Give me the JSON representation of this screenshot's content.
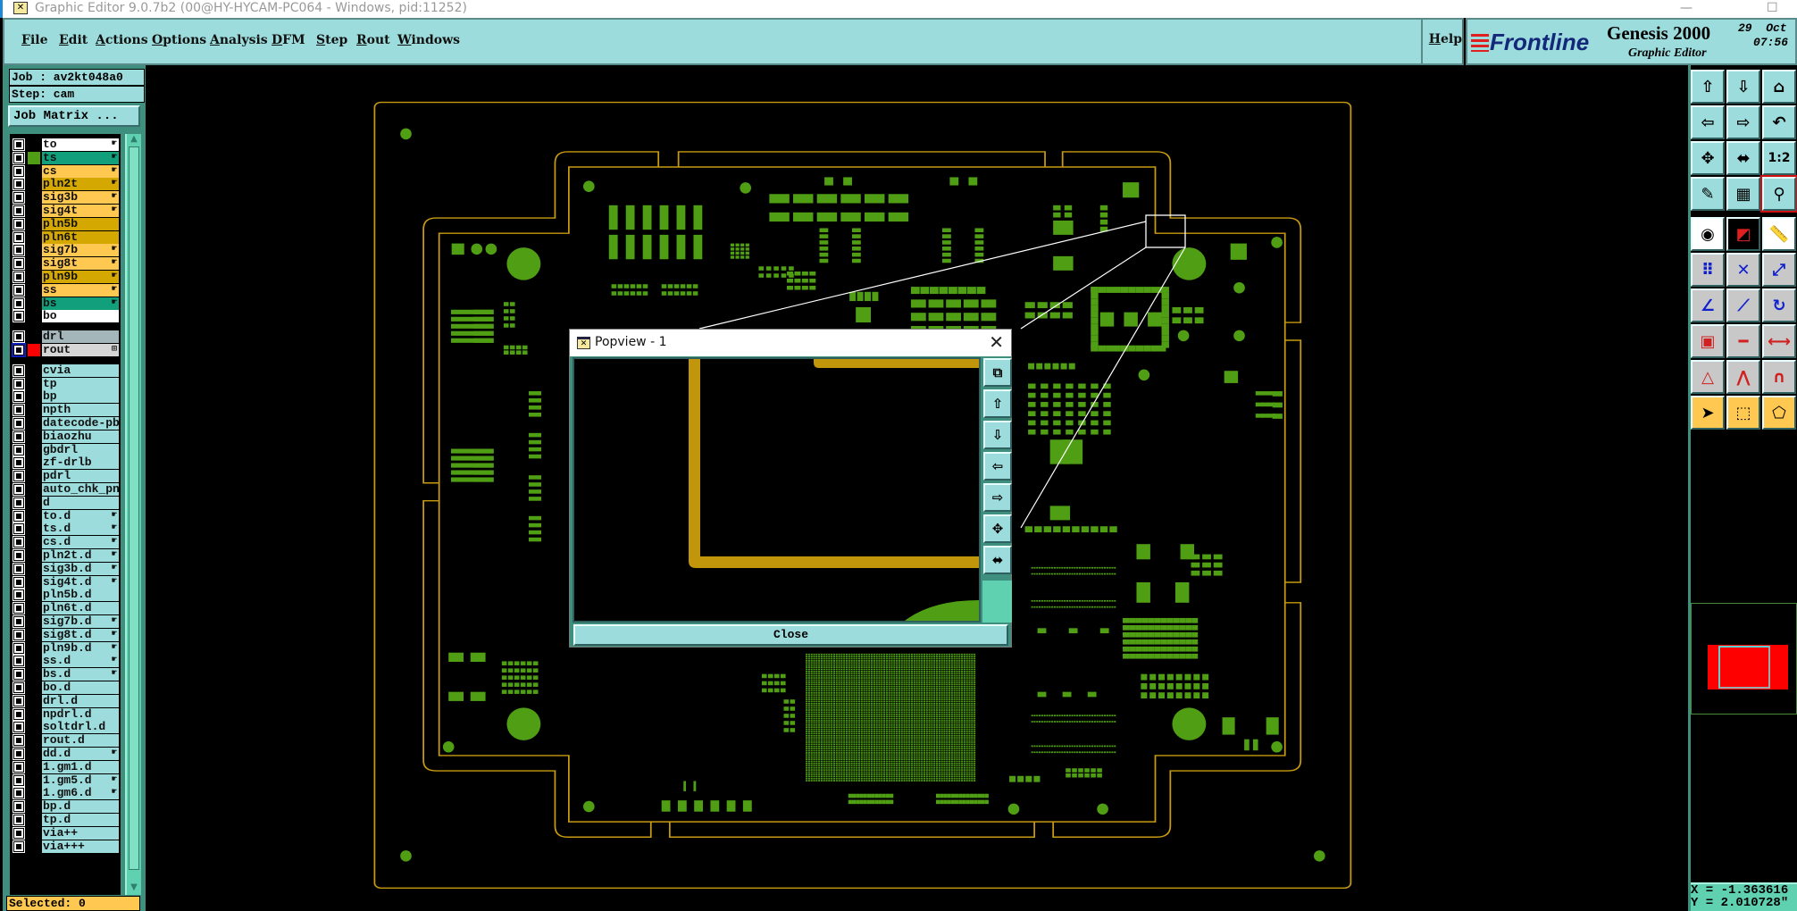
{
  "window": {
    "title": "Graphic Editor 9.0.7b2 (00@HY-HYCAM-PC064 - Windows, pid:11252)",
    "minimize": "—",
    "maximize": "☐"
  },
  "menu": [
    "File",
    "Edit",
    "Actions",
    "Options",
    "Analysis",
    "DFM",
    "Step",
    "Rout",
    "Windows"
  ],
  "help": "Help",
  "brand": {
    "logo": "Frontline",
    "product": "Genesis 2000",
    "subtitle": "Graphic Editor",
    "date": "29  Oct",
    "time": "07:56"
  },
  "job": {
    "job_label": "Job : av2kt048a0",
    "step_label": "Step: cam",
    "matrix_button": "Job Matrix ..."
  },
  "colors": {
    "white": "#ffffff",
    "teal": "#12a07c",
    "light": "#ffc850",
    "dark": "#d4a800",
    "gray": "#a4b6ba",
    "lgray": "#d6d6d6",
    "cyan": "#9ddcdc",
    "copper": "#c89a10",
    "pad": "#4f9e14",
    "accent_red": "#ff0000"
  },
  "layers": [
    {
      "name": "to",
      "color": "white",
      "hand": true
    },
    {
      "name": "ts",
      "color": "teal",
      "hand": true,
      "swatch": "#4f9e14"
    },
    {
      "name": "cs",
      "color": "light",
      "hand": true
    },
    {
      "name": "pln2t",
      "color": "dark",
      "hand": true
    },
    {
      "name": "sig3b",
      "color": "light",
      "hand": true
    },
    {
      "name": "sig4t",
      "color": "light",
      "hand": true
    },
    {
      "name": "pln5b",
      "color": "dark",
      "hand": false
    },
    {
      "name": "pln6t",
      "color": "dark",
      "hand": false
    },
    {
      "name": "sig7b",
      "color": "light",
      "hand": true
    },
    {
      "name": "sig8t",
      "color": "light",
      "hand": true
    },
    {
      "name": "pln9b",
      "color": "dark",
      "hand": true
    },
    {
      "name": "ss",
      "color": "light",
      "hand": true
    },
    {
      "name": "bs",
      "color": "teal",
      "hand": true
    },
    {
      "name": "bo",
      "color": "white",
      "hand": false
    },
    {
      "name": "drl",
      "color": "gray",
      "hand": false,
      "group_gap": true
    },
    {
      "name": "rout",
      "color": "lgray",
      "hand": false,
      "swatch": "#ff0000",
      "active": true,
      "mark": "⊞"
    },
    {
      "name": "cvia",
      "color": "cyan",
      "group_gap": true
    },
    {
      "name": "tp",
      "color": "cyan"
    },
    {
      "name": "bp",
      "color": "cyan"
    },
    {
      "name": "npth",
      "color": "cyan"
    },
    {
      "name": "datecode-pbe",
      "color": "cyan"
    },
    {
      "name": "biaozhu",
      "color": "cyan"
    },
    {
      "name": "gbdrl",
      "color": "cyan"
    },
    {
      "name": "zf-drlb",
      "color": "cyan"
    },
    {
      "name": "pdrl",
      "color": "cyan"
    },
    {
      "name": "auto_chk_pnl",
      "color": "cyan"
    },
    {
      "name": "d",
      "color": "cyan"
    },
    {
      "name": "to.d",
      "color": "cyan",
      "hand": true
    },
    {
      "name": "ts.d",
      "color": "cyan",
      "hand": true
    },
    {
      "name": "cs.d",
      "color": "cyan",
      "hand": true
    },
    {
      "name": "pln2t.d",
      "color": "cyan",
      "hand": true
    },
    {
      "name": "sig3b.d",
      "color": "cyan",
      "hand": true
    },
    {
      "name": "sig4t.d",
      "color": "cyan",
      "hand": true
    },
    {
      "name": "pln5b.d",
      "color": "cyan"
    },
    {
      "name": "pln6t.d",
      "color": "cyan"
    },
    {
      "name": "sig7b.d",
      "color": "cyan",
      "hand": true
    },
    {
      "name": "sig8t.d",
      "color": "cyan",
      "hand": true
    },
    {
      "name": "pln9b.d",
      "color": "cyan",
      "hand": true
    },
    {
      "name": "ss.d",
      "color": "cyan",
      "hand": true
    },
    {
      "name": "bs.d",
      "color": "cyan",
      "hand": true
    },
    {
      "name": "bo.d",
      "color": "cyan"
    },
    {
      "name": "drl.d",
      "color": "cyan"
    },
    {
      "name": "npdrl.d",
      "color": "cyan"
    },
    {
      "name": "soltdrl.d",
      "color": "cyan"
    },
    {
      "name": "rout.d",
      "color": "cyan"
    },
    {
      "name": "dd.d",
      "color": "cyan",
      "hand": true
    },
    {
      "name": "1.gm1.d",
      "color": "cyan"
    },
    {
      "name": "1.gm5.d",
      "color": "cyan",
      "hand": true
    },
    {
      "name": "1.gm6.d",
      "color": "cyan",
      "hand": true
    },
    {
      "name": "bp.d",
      "color": "cyan"
    },
    {
      "name": "tp.d",
      "color": "cyan"
    },
    {
      "name": "via++",
      "color": "cyan"
    },
    {
      "name": "via+++",
      "color": "cyan"
    }
  ],
  "status": "Selected: 0",
  "coordinates": {
    "x": "X = -1.363616",
    "y": "Y = 2.010728\""
  },
  "toolbar": [
    {
      "name": "move-up",
      "glyph": "⇧"
    },
    {
      "name": "move-down",
      "glyph": "⇩"
    },
    {
      "name": "home",
      "glyph": "⌂"
    },
    {
      "name": "move-left",
      "glyph": "⇦"
    },
    {
      "name": "move-right",
      "glyph": "⇨"
    },
    {
      "name": "undo-view",
      "glyph": "↶"
    },
    {
      "name": "zoom-in",
      "glyph": "✥"
    },
    {
      "name": "zoom-out",
      "glyph": "⬌"
    },
    {
      "name": "scale",
      "glyph": "1:2"
    },
    {
      "name": "tools",
      "glyph": "✎"
    },
    {
      "name": "grid",
      "glyph": "▦"
    },
    {
      "name": "net-display",
      "glyph": "⚲"
    },
    {
      "name": "feature-info",
      "glyph": "◉"
    },
    {
      "name": "snap",
      "glyph": "◩"
    },
    {
      "name": "ruler",
      "glyph": "📏"
    },
    {
      "name": "connect",
      "glyph": "⠿"
    },
    {
      "name": "delete-node",
      "glyph": "✕"
    },
    {
      "name": "measure",
      "glyph": "⤢"
    },
    {
      "name": "angle",
      "glyph": "∠"
    },
    {
      "name": "line-edit",
      "glyph": "⟋"
    },
    {
      "name": "arc",
      "glyph": "↻"
    },
    {
      "name": "pad-edit",
      "glyph": "▣"
    },
    {
      "name": "line-split",
      "glyph": "━"
    },
    {
      "name": "dimension",
      "glyph": "⟷"
    },
    {
      "name": "triangle-edit",
      "glyph": "△"
    },
    {
      "name": "chevron-edit",
      "glyph": "⋀"
    },
    {
      "name": "arch-edit",
      "glyph": "∩"
    },
    {
      "name": "select",
      "glyph": "➤"
    },
    {
      "name": "select-box",
      "glyph": "⬚"
    },
    {
      "name": "select-poly",
      "glyph": "⬠"
    }
  ],
  "popview": {
    "title": "Popview - 1",
    "close_x": "✕",
    "close_button": "Close",
    "buttons": [
      {
        "name": "popview-sync",
        "glyph": "⧉"
      },
      {
        "name": "popview-up",
        "glyph": "⇧"
      },
      {
        "name": "popview-down",
        "glyph": "⇩"
      },
      {
        "name": "popview-left",
        "glyph": "⇦"
      },
      {
        "name": "popview-right",
        "glyph": "⇨"
      },
      {
        "name": "popview-zoom-in",
        "glyph": "✥"
      },
      {
        "name": "popview-zoom-out",
        "glyph": "⬌"
      }
    ]
  }
}
